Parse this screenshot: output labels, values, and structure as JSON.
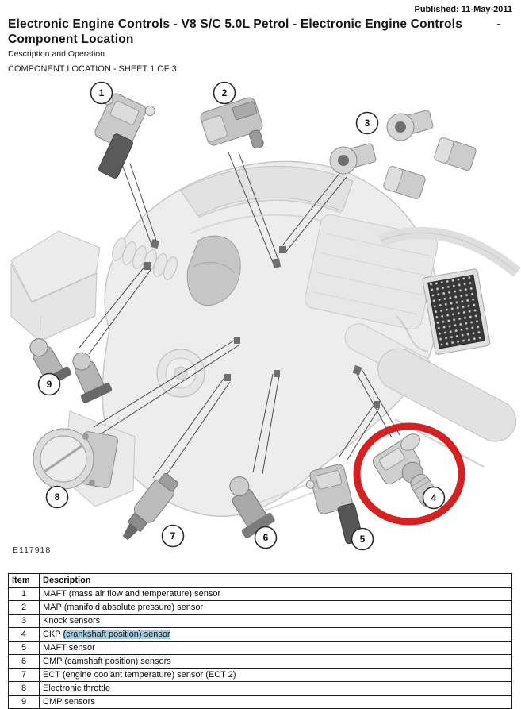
{
  "header": {
    "published": "Published: 11-May-2011",
    "title_line1": "Electronic Engine Controls - V8 S/C 5.0L Petrol - Electronic Engine Controls",
    "title_dash": "-",
    "title_line2": "Component Location",
    "subtitle": "Description and Operation",
    "section_heading": "COMPONENT LOCATION - SHEET 1 OF 3"
  },
  "diagram": {
    "figure_code": "E117918",
    "highlight_color": "#d42121",
    "highlighted_callout": "4",
    "callouts": [
      {
        "number": "1"
      },
      {
        "number": "2"
      },
      {
        "number": "3"
      },
      {
        "number": "4"
      },
      {
        "number": "5"
      },
      {
        "number": "6"
      },
      {
        "number": "7"
      },
      {
        "number": "8"
      },
      {
        "number": "9"
      }
    ]
  },
  "table": {
    "headers": {
      "item": "Item",
      "description": "Description"
    },
    "selection_color": "#a9cade",
    "rows": [
      {
        "item": "1",
        "description": "MAFT (mass air flow and temperature) sensor"
      },
      {
        "item": "2",
        "description": "MAP (manifold absolute pressure) sensor"
      },
      {
        "item": "3",
        "description": "Knock sensors"
      },
      {
        "item": "4",
        "description_prefix": "CKP ",
        "description_highlighted": "(crankshaft position) sensor"
      },
      {
        "item": "5",
        "description": "MAFT sensor"
      },
      {
        "item": "6",
        "description": "CMP (camshaft position) sensors"
      },
      {
        "item": "7",
        "description": "ECT (engine coolant temperature) sensor (ECT 2)"
      },
      {
        "item": "8",
        "description": "Electronic throttle"
      },
      {
        "item": "9",
        "description": "CMP sensors"
      }
    ]
  }
}
